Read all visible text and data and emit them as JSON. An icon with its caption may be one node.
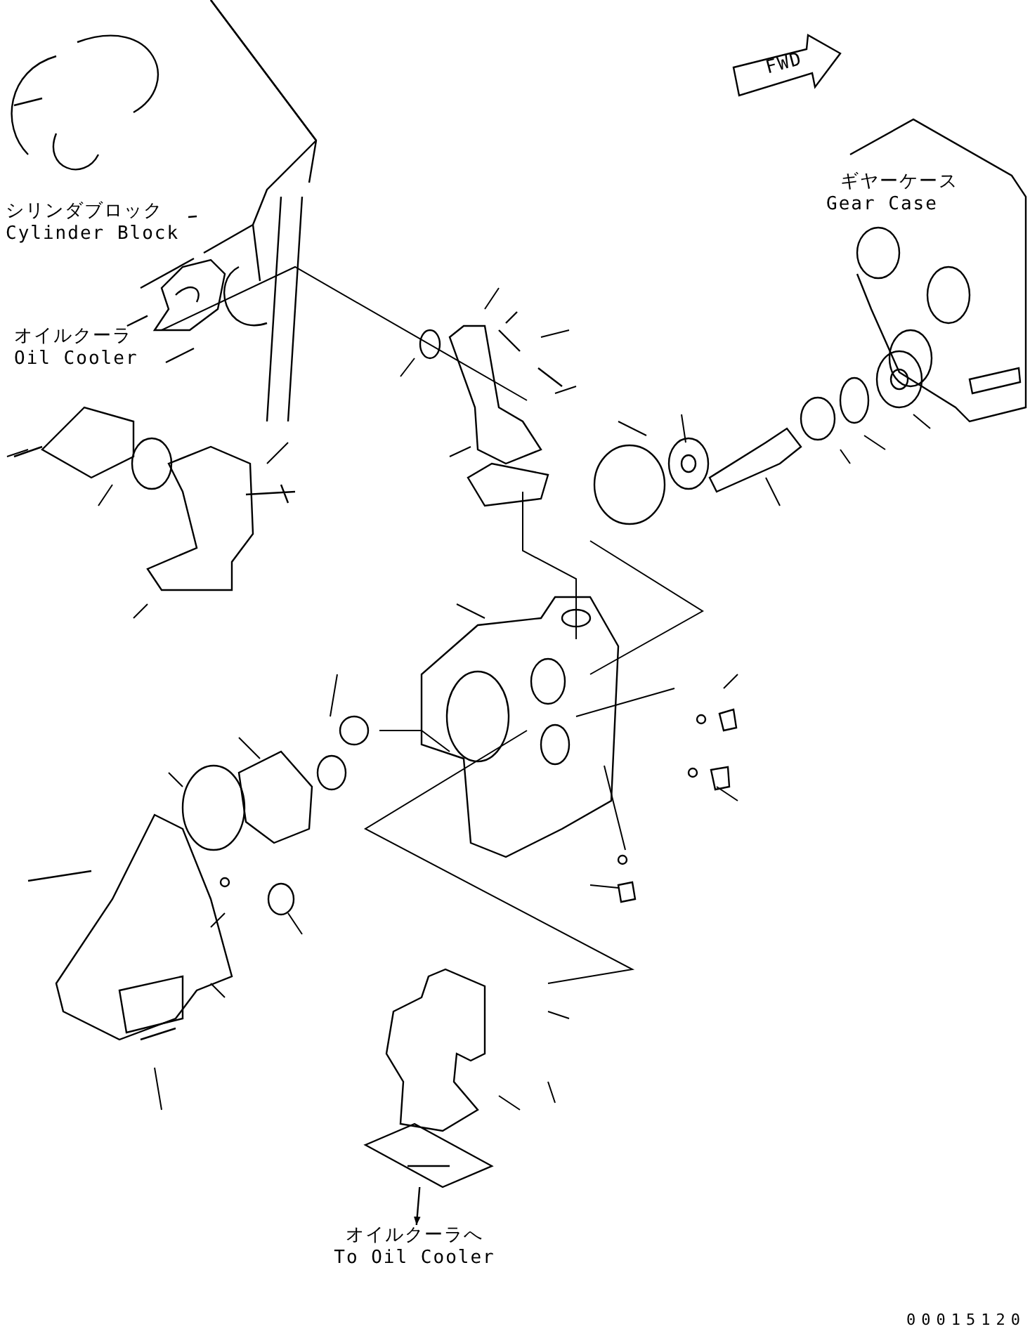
{
  "diagram": {
    "nodes": [
      {
        "text": [
          "シリンダブロック",
          "Cylinder Block"
        ]
      },
      {
        "text": [],
        "shape": "picture"
      },
      {
        "text": [
          "オイルクーラ",
          "Oil Cooler"
        ]
      },
      {
        "text": [],
        "shape": "picture"
      },
      {
        "text": [],
        "shape": "picture"
      },
      {
        "text": [
          "オイルクーラへ",
          "To Oil Cooler"
        ]
      }
    ],
    "edges": [
      {
        "from": 0,
        "to": 1,
        "arrow": "none"
      },
      {
        "from": 2,
        "to": 3,
        "arrow": "none"
      },
      {
        "from": 4,
        "to": 5,
        "arrow": "to"
      }
    ],
    "labels": [
      "FWD",
      "ギヤーケース",
      "Gear Case",
      "00015120"
    ]
  }
}
